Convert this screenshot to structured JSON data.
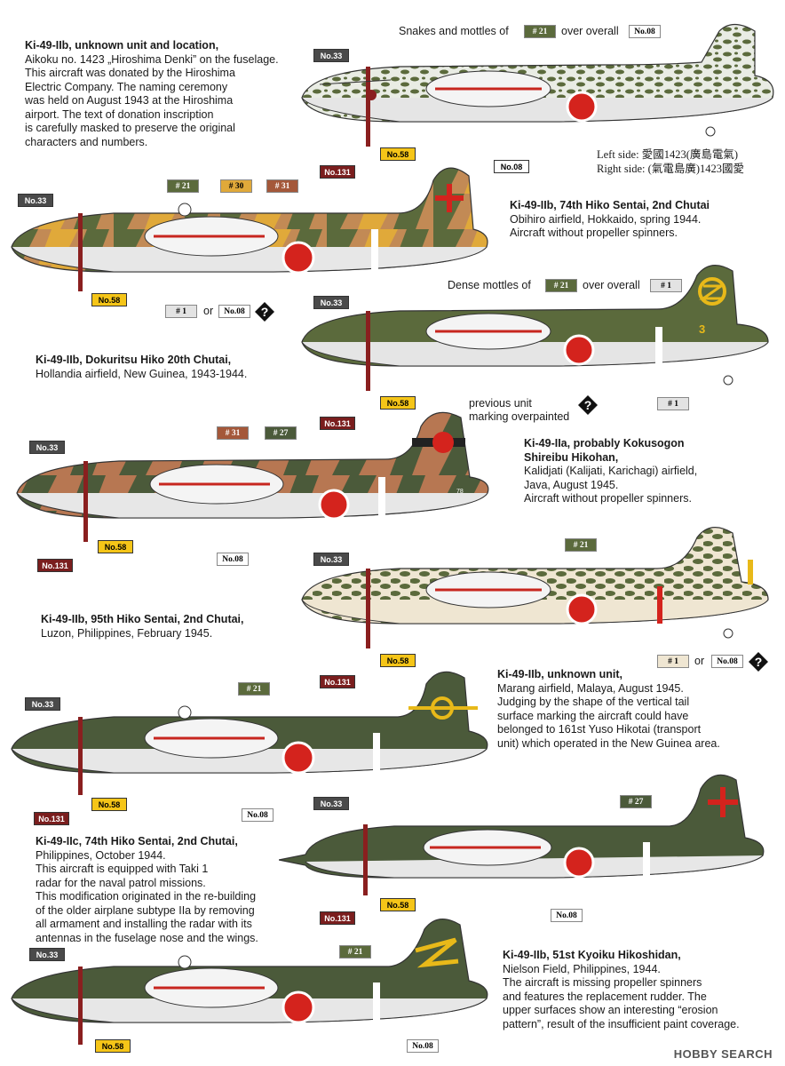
{
  "captions": [
    {
      "title": "Ki-49-IIb, unknown unit and location,",
      "lines": [
        "Aikoku no. 1423 „Hiroshima Denki” on the fuselage.",
        "This aircraft was donated by the Hiroshima",
        "Electric Company. The naming ceremony",
        "was held on August 1943 at the Hiroshima",
        "airport. The text of donation inscription",
        "is carefully masked to preserve the original",
        "characters and numbers."
      ]
    },
    {
      "title": "Ki-49-IIb, 74th Hiko Sentai, 2nd Chutai",
      "lines": [
        "Obihiro airfield, Hokkaido, spring 1944.",
        "Aircraft without propeller spinners."
      ]
    },
    {
      "title": "Ki-49-IIb, Dokuritsu Hiko 20th Chutai,",
      "lines": [
        "Hollandia airfield, New Guinea, 1943-1944."
      ]
    },
    {
      "title": "Ki-49-IIa, probably Kokusogon",
      "lines_bold": [
        "Shireibu Hikohan,"
      ],
      "lines": [
        "Kalidjati (Kalijati, Karichagi) airfield,",
        "Java, August 1945.",
        "Aircraft without propeller spinners."
      ]
    },
    {
      "title": "Ki-49-IIb, 95th Hiko Sentai, 2nd Chutai,",
      "lines": [
        "Luzon, Philippines, February 1945."
      ]
    },
    {
      "title": "Ki-49-IIb, unknown unit,",
      "lines": [
        "Marang airfield, Malaya,  August 1945.",
        "Judging by the shape of the vertical tail",
        "surface marking the aircraft could have",
        "belonged to 161st Yuso Hikotai (transport",
        "unit) which operated in the New Guinea area."
      ]
    },
    {
      "title": "Ki-49-IIc, 74th Hiko Sentai, 2nd Chutai,",
      "lines": [
        "Philippines, October 1944.",
        "This aircraft is equipped with Taki 1",
        "radar for the naval patrol missions.",
        "This modification originated in the re-building",
        "of the older airplane subtype IIa by removing",
        "all armament and installing the radar with its",
        "antennas in the fuselage nose and the wings."
      ]
    },
    {
      "title": "Ki-49-IIb, 51st Kyoiku Hikoshidan,",
      "lines": [
        "Nielson Field, Philippines, 1944.",
        "The aircraft is missing propeller spinners",
        "and features the replacement rudder. The",
        "upper surfaces show an interesting “erosion",
        "pattern”, result of the insufficient paint coverage."
      ]
    }
  ],
  "notes": {
    "snakes_pre": "Snakes and mottles of",
    "snakes_post": "over overall",
    "dense_pre": "Dense mottles of",
    "dense_post": "over overall",
    "or": "or",
    "prev_unit_1": "previous unit",
    "prev_unit_2": "marking overpainted",
    "left_side": "Left side:",
    "right_side": "Right side:",
    "left_kanji": "愛國1423(廣島電氣)",
    "right_kanji": "(氣電島廣)1423國愛",
    "tail_code_3": "3",
    "tail_code_78": "78",
    "qm": "?"
  },
  "labels": {
    "n33": "No.33",
    "n58": "No.58",
    "n131": "No.131",
    "n08": "No.08",
    "c21": "# 21",
    "c30": "# 30",
    "c31": "# 31",
    "c27": "# 27",
    "c1": "# 1"
  },
  "footer": "HOBBY SEARCH",
  "colors": {
    "green": "#5b6a3c",
    "dark_green": "#4b5a3a",
    "light_grey": "#e3e3e3",
    "brown": "#a4583a",
    "yellow": "#e0a93a",
    "hinomaru": "#d4231d",
    "cream": "#efe6d2"
  }
}
